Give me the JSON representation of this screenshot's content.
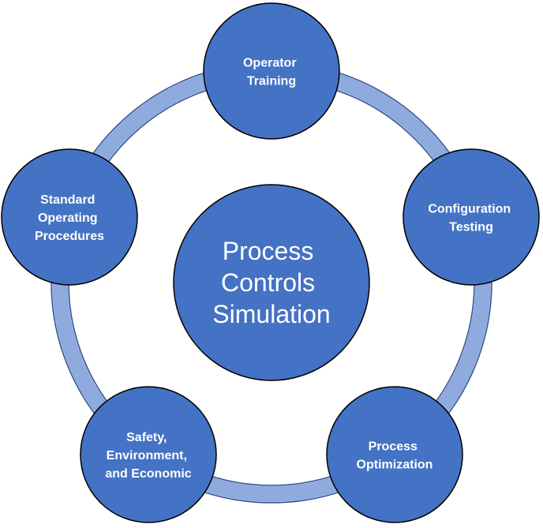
{
  "diagram": {
    "center": {
      "lines": [
        "Process",
        "Controls",
        "Simulation"
      ]
    },
    "nodes": [
      {
        "id": "operator-training",
        "lines": [
          "Operator",
          "Training"
        ]
      },
      {
        "id": "configuration-testing",
        "lines": [
          "Configuration",
          "Testing"
        ]
      },
      {
        "id": "process-optimization",
        "lines": [
          "Process",
          "Optimization"
        ]
      },
      {
        "id": "safety-environment-economic",
        "lines": [
          "Safety,",
          "Environment,",
          "and Economic"
        ]
      },
      {
        "id": "standard-operating-procedures",
        "lines": [
          "Standard",
          "Operating",
          "Procedures"
        ]
      }
    ],
    "colors": {
      "node_fill": "#4472c4",
      "node_stroke": "#000000",
      "ring_fill": "#8faadc",
      "ring_stroke": "#2f528f",
      "text": "#ffffff"
    }
  }
}
